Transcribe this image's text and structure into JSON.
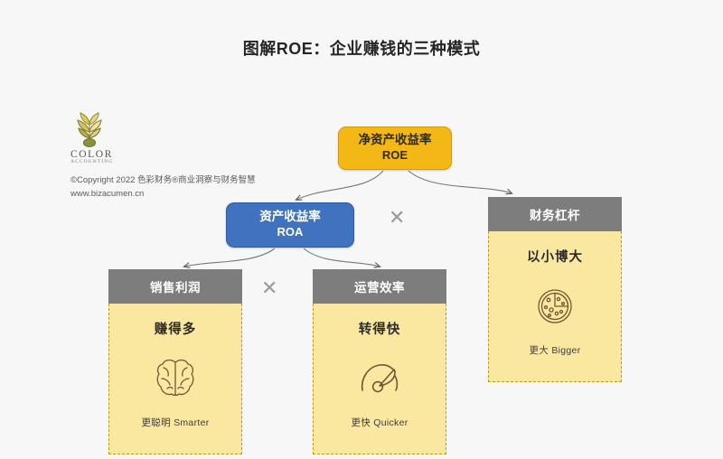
{
  "page": {
    "title": "图解ROE：企业赚钱的三种模式",
    "background_color": "#f7f7f7"
  },
  "brand": {
    "logo_icon": "color-accounting-wheat-logo",
    "wordmark": "COLOR",
    "wordmark_sub": "ACCOUNTING",
    "copyright": "©Copyright 2022 色彩财务®商业洞察与财务智慧",
    "website": "www.bizacumen.cn"
  },
  "nodes": {
    "roe": {
      "cn": "净资产收益率",
      "en": "ROE",
      "fill_color": "#f3b816",
      "text_color": "#2f2b1c"
    },
    "roa": {
      "cn": "资产收益率",
      "en": "ROA",
      "fill_color": "#3f72bf",
      "text_color": "#ffffff"
    }
  },
  "operators": {
    "roe_level": "✕",
    "roa_level": "✕",
    "color": "#9a9a9a"
  },
  "cards": [
    {
      "id": "sales",
      "header": "销售利润",
      "headline": "赚得多",
      "icon": "brain-icon",
      "caption": "更聪明 Smarter",
      "header_color": "#7d7d7d",
      "body_color": "#fae7a0",
      "border_color": "#b59b26"
    },
    {
      "id": "ops",
      "header": "运营效率",
      "headline": "转得快",
      "icon": "speedometer-icon",
      "caption": "更快 Quicker",
      "header_color": "#7d7d7d",
      "body_color": "#fae7a0",
      "border_color": "#b59b26"
    },
    {
      "id": "leverage",
      "header": "财务杠杆",
      "headline": "以小博大",
      "icon": "pizza-icon",
      "caption": "更大 Bigger",
      "header_color": "#7d7d7d",
      "body_color": "#fae7a0",
      "border_color": "#b59b26"
    }
  ],
  "connectors": [
    {
      "from": "roe",
      "to": "roa",
      "style": "curved-arrow"
    },
    {
      "from": "roe",
      "to": "leverage",
      "style": "curved-arrow"
    },
    {
      "from": "roa",
      "to": "sales",
      "style": "curved-arrow"
    },
    {
      "from": "roa",
      "to": "ops",
      "style": "curved-arrow"
    }
  ]
}
